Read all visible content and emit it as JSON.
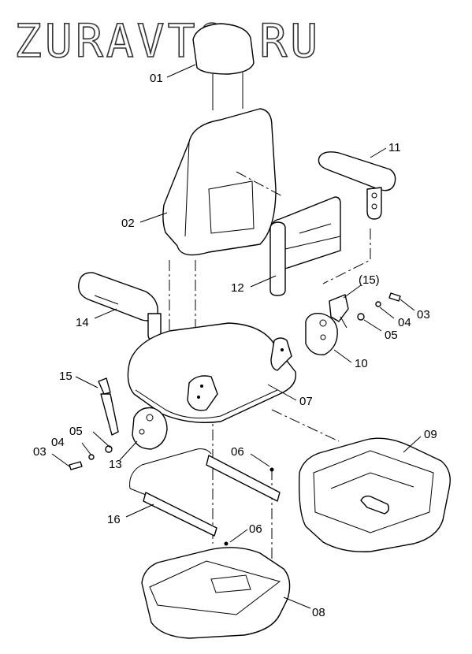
{
  "watermark": "ZURAVTO.RU",
  "labels": {
    "headrest": "01",
    "backrest": "02",
    "bolt_left": "03",
    "bolt_right": "03",
    "spring_washer_left": "04",
    "spring_washer_right": "04",
    "washer_left": "05",
    "washer_right": "05",
    "screw_top": "06",
    "screw_bottom": "06",
    "seat_cushion": "07",
    "base_cover": "08",
    "suspension": "09",
    "recliner_right": "10",
    "armrest_right": "11",
    "pocket": "12",
    "recliner_left": "13",
    "armrest_left": "14",
    "lever_left": "15",
    "lever_right": "(15)",
    "slide_rail": "16"
  }
}
